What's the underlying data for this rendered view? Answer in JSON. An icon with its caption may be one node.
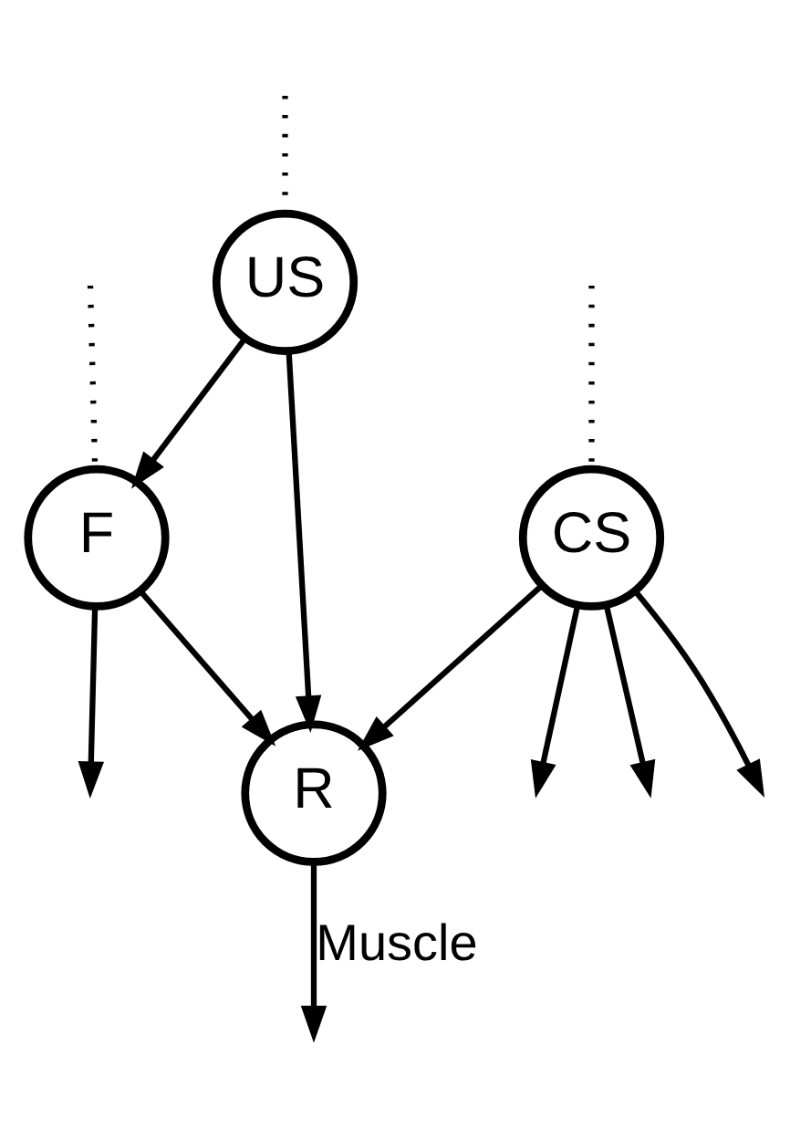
{
  "diagram": {
    "nodes": [
      {
        "text": [
          "US"
        ]
      },
      {
        "text": [
          "CS"
        ]
      },
      {
        "text": [
          "F"
        ]
      },
      {
        "text": [
          "R"
        ]
      }
    ],
    "edges": [
      {
        "from": null,
        "to": 0,
        "arrow": "none",
        "style": "dashed"
      },
      {
        "from": 0,
        "to": 2,
        "arrow": "to"
      },
      {
        "from": 0,
        "to": 3,
        "arrow": "to"
      },
      {
        "from": 1,
        "to": null,
        "arrow": "to"
      },
      {
        "from": null,
        "to": 1,
        "arrow": "none",
        "style": "dashed"
      },
      {
        "from": 1,
        "to": null,
        "arrow": "to"
      },
      {
        "from": 1,
        "to": null,
        "arrow": "to"
      },
      {
        "from": 1,
        "to": 3,
        "arrow": "to"
      },
      {
        "from": null,
        "to": 2,
        "arrow": "none",
        "style": "dashed"
      },
      {
        "from": 2,
        "to": null,
        "arrow": "to"
      },
      {
        "from": 2,
        "to": 3,
        "arrow": "to"
      },
      {
        "from": 3,
        "to": null,
        "arrow": "to",
        "label": "Muscle"
      }
    ]
  }
}
